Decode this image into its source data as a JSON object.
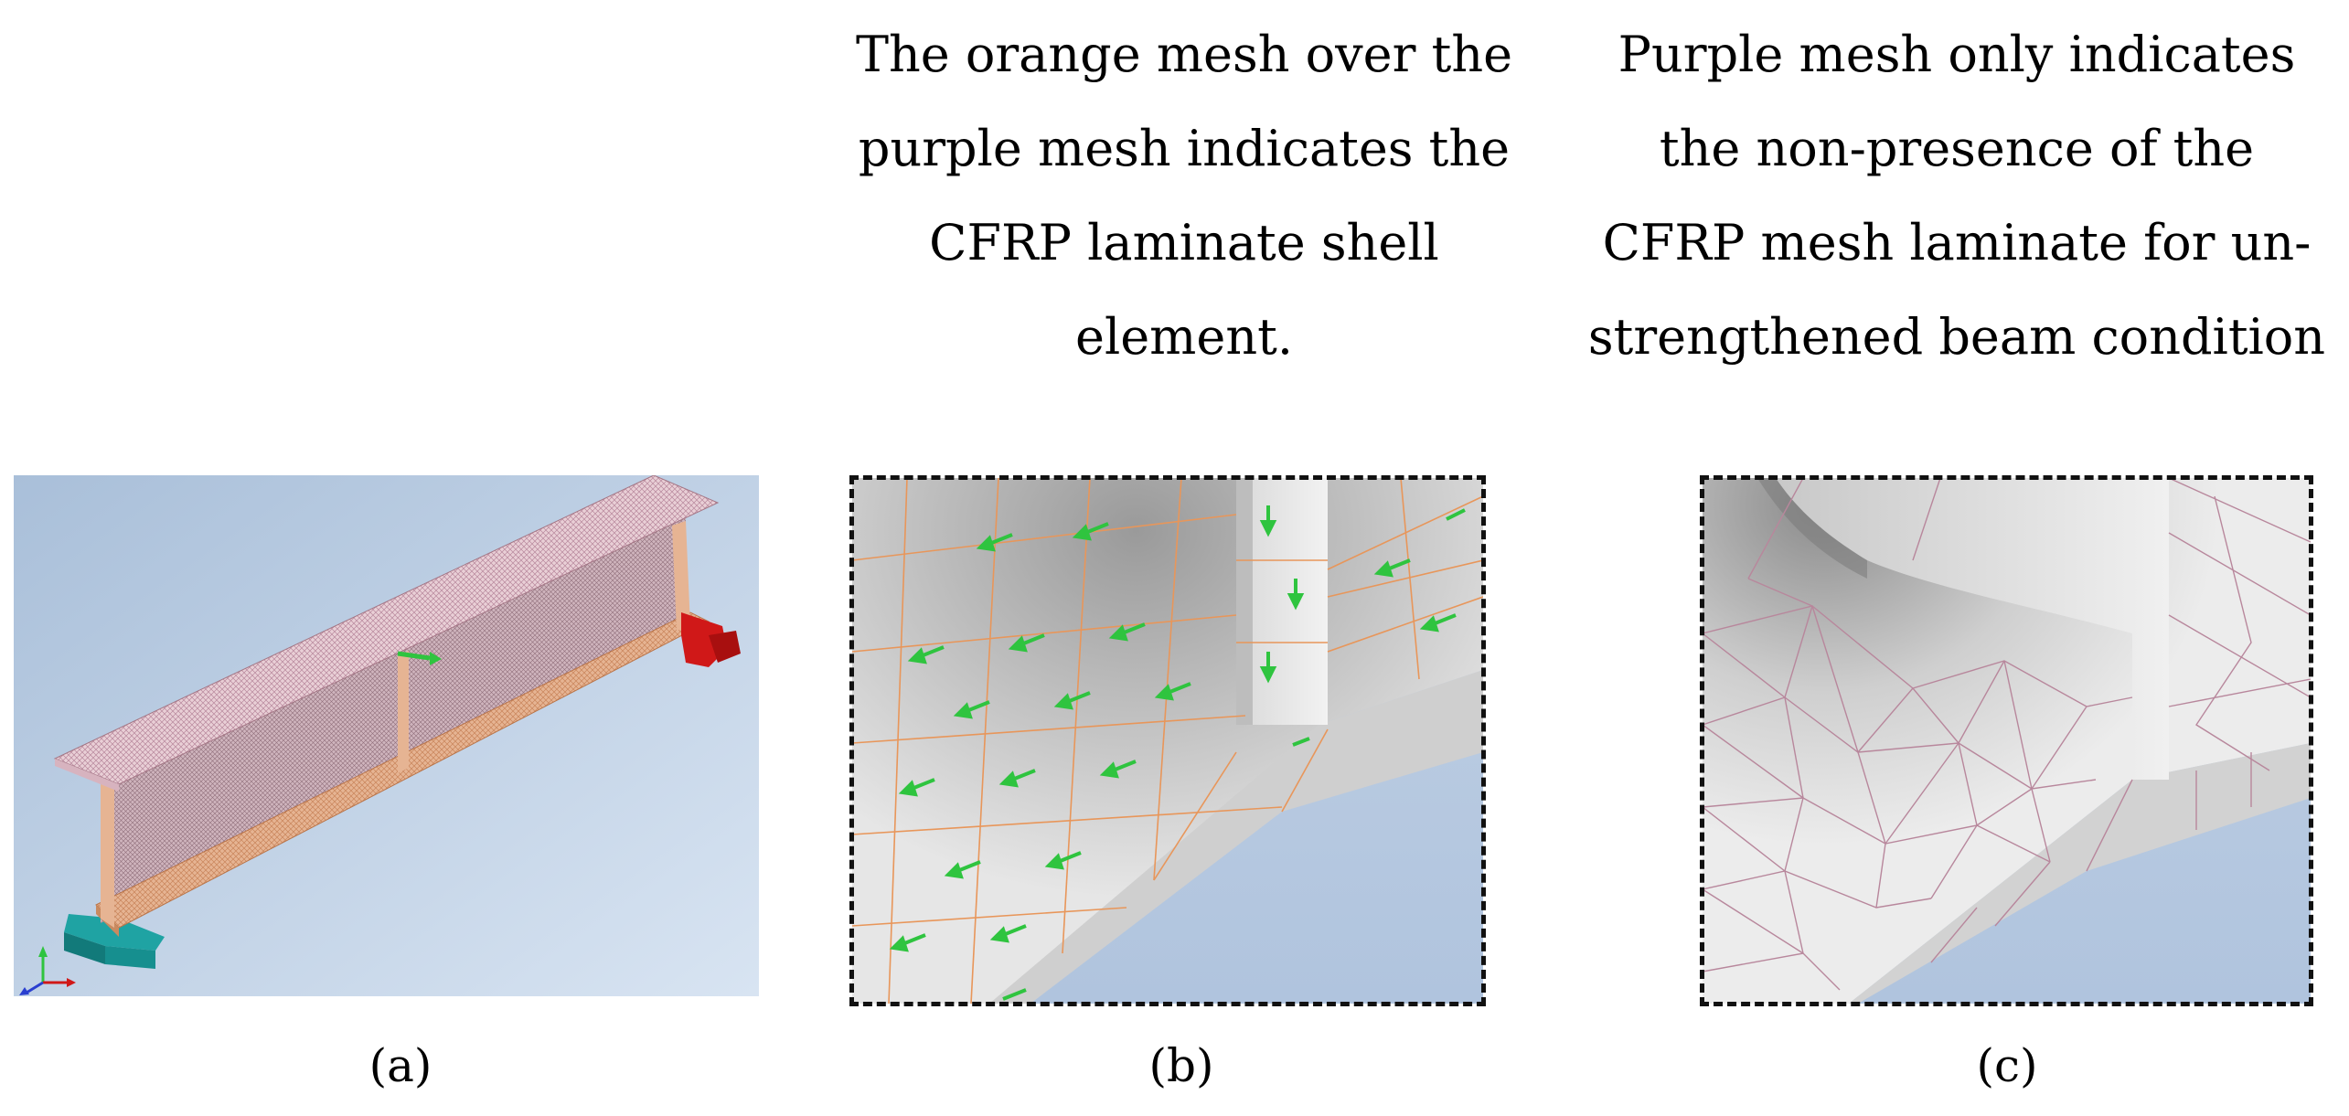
{
  "captions": {
    "b": [
      "The orange mesh over the",
      "purple mesh indicates the",
      "CFRP laminate shell",
      "element."
    ],
    "c": [
      "Purple mesh only indicates",
      "the non-presence of the",
      "CFRP mesh laminate for un-",
      "strengthened beam condition"
    ]
  },
  "labels": {
    "a": "(a)",
    "b": "(b)",
    "c": "(c)"
  },
  "colors": {
    "viewport_background": "#c9d8ea",
    "purple_mesh": "#b8879c",
    "orange_mesh": "#e8965a",
    "load_arrow": "#2fc43f",
    "fixed_support": "#1fa3a3",
    "roller_support": "#d01818"
  },
  "icons": {
    "load_arrow": "green-arrow-icon",
    "axis_triad": "axis-triad-icon"
  }
}
